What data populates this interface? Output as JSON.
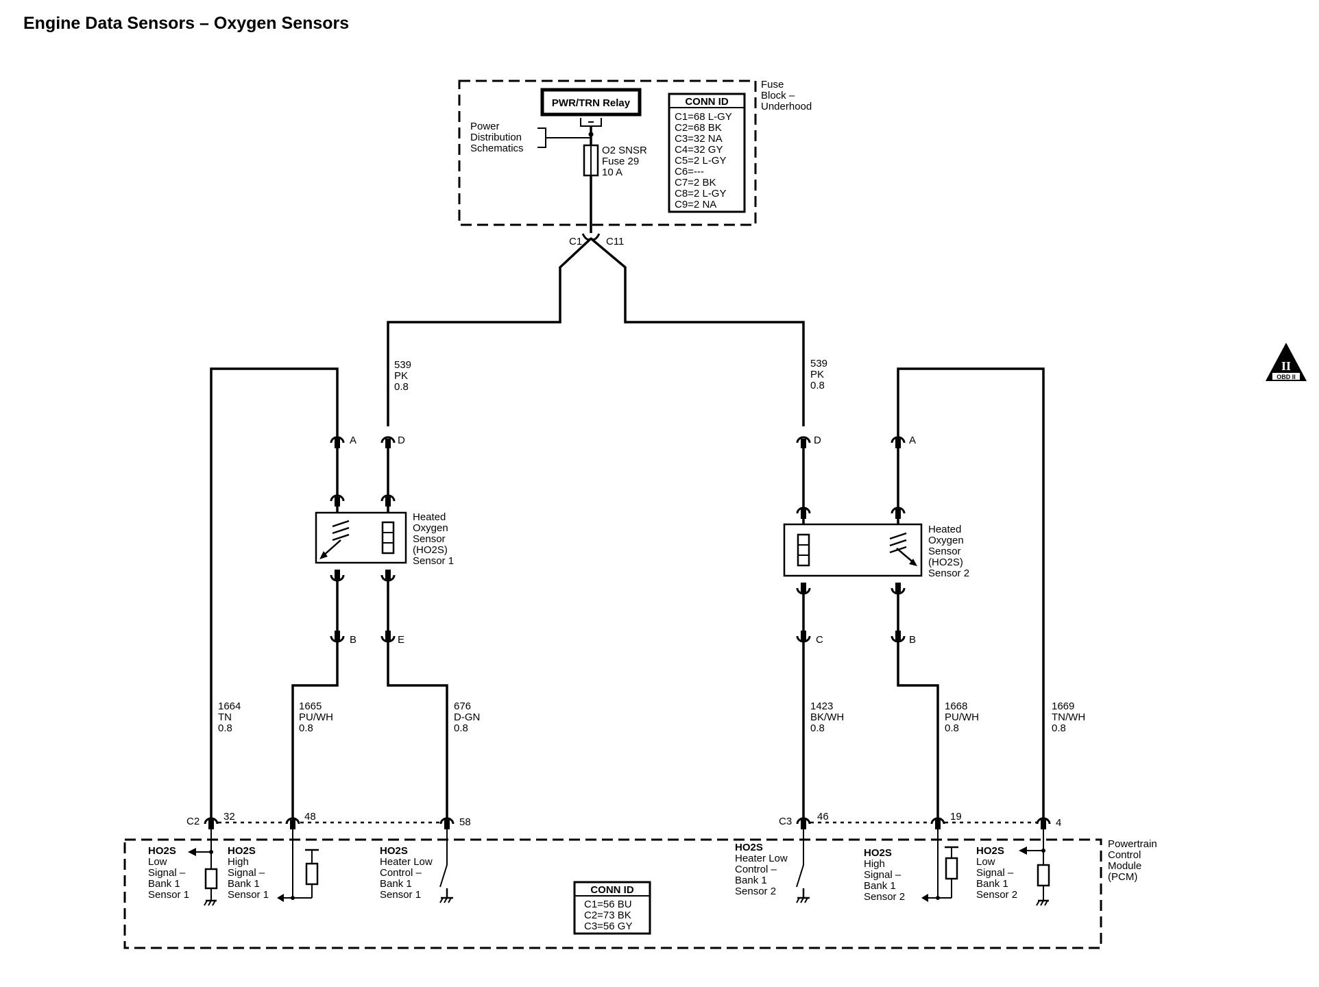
{
  "title": "Engine Data Sensors – Oxygen Sensors",
  "fuse_block": {
    "label": [
      "Fuse",
      "Block –",
      "Underhood"
    ],
    "relay": "PWR/TRN Relay",
    "power_ref": [
      "Power",
      "Distribution",
      "Schematics"
    ],
    "fuse": [
      "O2 SNSR",
      "Fuse 29",
      "10 A"
    ],
    "conn_title": "CONN ID",
    "conn": [
      "C1=68 L-GY",
      "C2=68 BK",
      "C3=32 NA",
      "C4=32 GY",
      "C5=2 L-GY",
      "C6=---",
      "C7=2 BK",
      "C8=2 L-GY",
      "C9=2 NA"
    ],
    "out_left": "C1",
    "out_right": "C11"
  },
  "feed_wires": {
    "left": [
      "539",
      "PK",
      "0.8"
    ],
    "right": [
      "539",
      "PK",
      "0.8"
    ]
  },
  "sensor1": {
    "label": [
      "Heated",
      "Oxygen",
      "Sensor",
      "(HO2S)",
      "Sensor 1"
    ],
    "pins": {
      "a": "A",
      "d": "D",
      "b": "B",
      "e": "E"
    }
  },
  "sensor2": {
    "label": [
      "Heated",
      "Oxygen",
      "Sensor",
      "(HO2S)",
      "Sensor 2"
    ],
    "pins": {
      "d": "D",
      "a": "A",
      "c": "C",
      "b": "B"
    }
  },
  "wires": {
    "w1664": [
      "1664",
      "TN",
      "0.8"
    ],
    "w1665": [
      "1665",
      "PU/WH",
      "0.8"
    ],
    "w676": [
      "676",
      "D-GN",
      "0.8"
    ],
    "w1423": [
      "1423",
      "BK/WH",
      "0.8"
    ],
    "w1668": [
      "1668",
      "PU/WH",
      "0.8"
    ],
    "w1669": [
      "1669",
      "TN/WH",
      "0.8"
    ]
  },
  "pcm": {
    "label": [
      "Powertrain",
      "Control",
      "Module",
      "(PCM)"
    ],
    "connectors": {
      "c2": "C2",
      "c3": "C3"
    },
    "pins": {
      "p32": "32",
      "p48": "48",
      "p58": "58",
      "p46": "46",
      "p19": "19",
      "p4": "4"
    },
    "low1": [
      "HO2S",
      "Low",
      "Signal –",
      "Bank 1",
      "Sensor 1"
    ],
    "high1": [
      "HO2S",
      "High",
      "Signal –",
      "Bank 1",
      "Sensor 1"
    ],
    "heater1": [
      "HO2S",
      "Heater Low",
      "Control –",
      "Bank 1",
      "Sensor 1"
    ],
    "heater2": [
      "HO2S",
      "Heater Low",
      "Control –",
      "Bank 1",
      "Sensor 2"
    ],
    "high2": [
      "HO2S",
      "High",
      "Signal –",
      "Bank 1",
      "Sensor 2"
    ],
    "low2": [
      "HO2S",
      "Low",
      "Signal –",
      "Bank 1",
      "Sensor 2"
    ],
    "conn_title": "CONN ID",
    "conn": [
      "C1=56 BU",
      "C2=73 BK",
      "C3=56 GY"
    ]
  },
  "obd_badge": {
    "numeral": "II",
    "text": "OBD II"
  }
}
